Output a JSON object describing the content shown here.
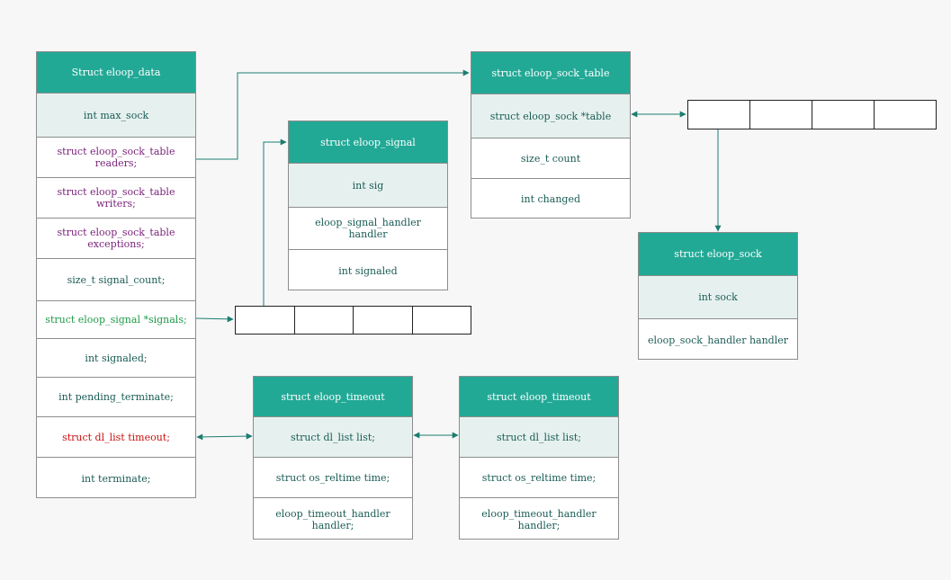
{
  "colors": {
    "header_bg": "#22a996",
    "shade_bg": "#e6f1ef",
    "connector": "#1b7d70",
    "default_text": "#1a5c55",
    "purple_text": "#7a237a",
    "green_text": "#1f9a48",
    "red_text": "#cc1111"
  },
  "eloop_data": {
    "title": "Struct eloop_data",
    "fields": [
      "int max_sock",
      "struct eloop_sock_table readers;",
      "struct eloop_sock_table writers;",
      "struct eloop_sock_table exceptions;",
      "size_t signal_count;",
      "struct eloop_signal *signals;",
      "int signaled;",
      "int pending_terminate;",
      "struct dl_list timeout;",
      "int terminate;"
    ]
  },
  "eloop_sock_table": {
    "title": "struct eloop_sock_table",
    "fields": [
      "struct eloop_sock *table",
      "size_t count",
      "int changed"
    ]
  },
  "eloop_signal": {
    "title": "struct eloop_signal",
    "fields": [
      "int sig",
      "eloop_signal_handler handler",
      "int signaled"
    ]
  },
  "eloop_sock": {
    "title": "struct eloop_sock",
    "fields": [
      "int sock",
      "eloop_sock_handler handler"
    ]
  },
  "eloop_timeout_a": {
    "title": "struct eloop_timeout",
    "fields": [
      "struct dl_list list;",
      "struct os_reltime time;",
      "eloop_timeout_handler handler;"
    ]
  },
  "eloop_timeout_b": {
    "title": "struct eloop_timeout",
    "fields": [
      "struct dl_list list;",
      "struct os_reltime time;",
      "eloop_timeout_handler handler;"
    ]
  }
}
